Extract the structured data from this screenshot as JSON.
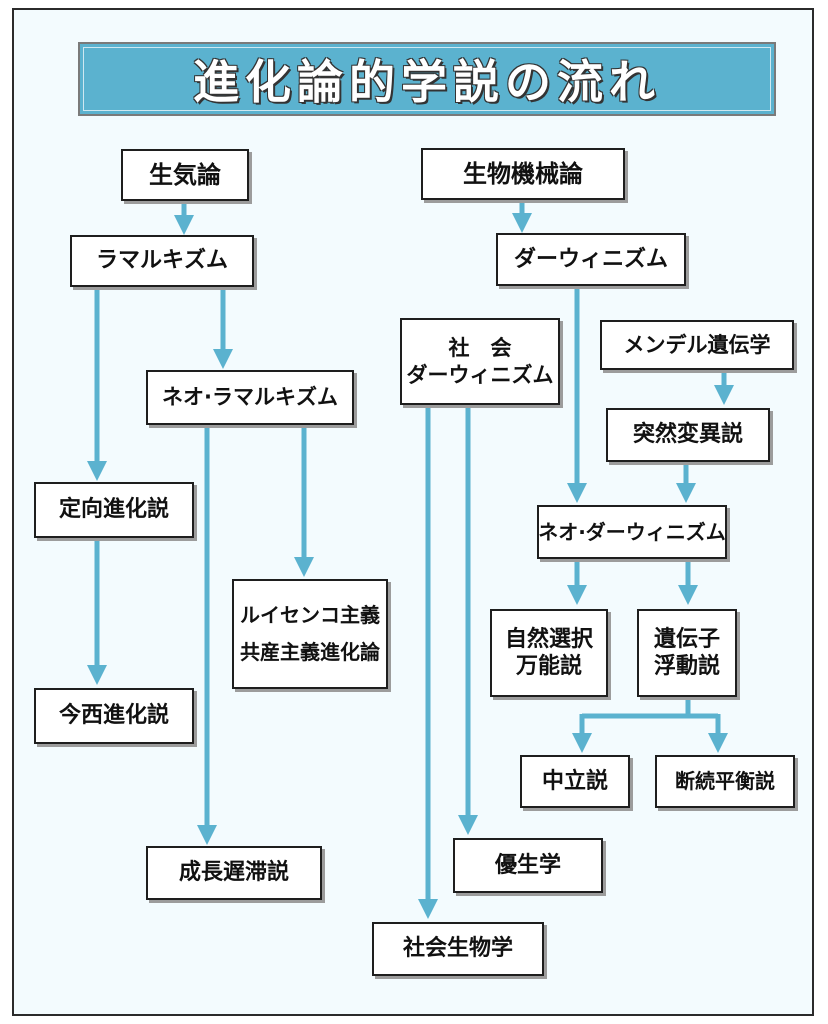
{
  "title": "進化論的学説の流れ",
  "colors": {
    "banner": "#5bb2cf",
    "arrow": "#5bb2cf",
    "background": "#f3fbfe",
    "box_border": "#1e1e1e"
  },
  "nodes": {
    "seikiron": "生気論",
    "lamarckism": "ラマルキズム",
    "neo_lamarckism": "ネオ·ラマルキズム",
    "teikou_shinka": "定向進化説",
    "imanishi_shinka": "今西進化説",
    "lysenko_1": "ルイセンコ主義",
    "lysenko_2": "共産主義進化論",
    "seichou_chitai": "成長遅滞説",
    "seibutsu_kikai": "生物機械論",
    "darwinism": "ダーウィニズム",
    "social_darwinism_1": "社　会",
    "social_darwinism_2": "ダーウィニズム",
    "mendel": "メンデル遺伝学",
    "mutation": "突然変異説",
    "neo_darwinism": "ネオ·ダーウィニズム",
    "natural_selection_1": "自然選択",
    "natural_selection_2": "万能説",
    "genetic_drift_1": "遺伝子",
    "genetic_drift_2": "浮動説",
    "neutral": "中立説",
    "punctuated": "断続平衡説",
    "eugenics": "優生学",
    "sociobiology": "社会生物学"
  }
}
